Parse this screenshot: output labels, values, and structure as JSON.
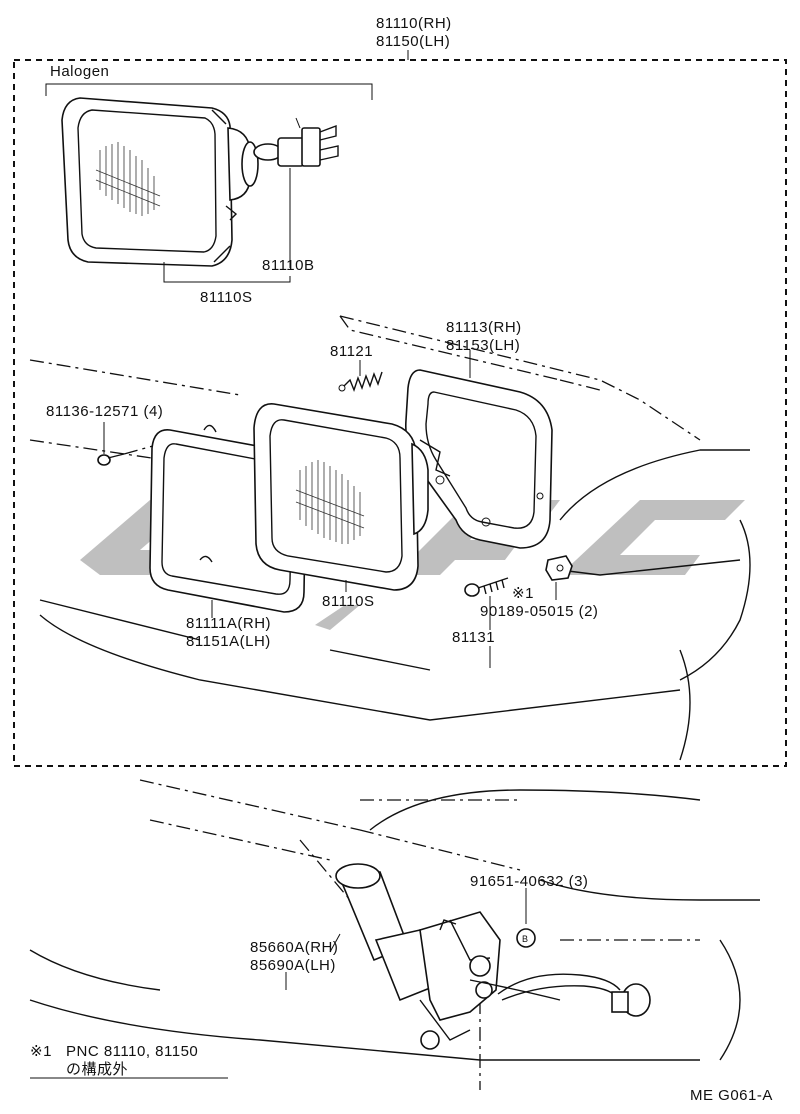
{
  "diagram": {
    "assembly_labels": [
      "81110(RH)",
      "81150(LH)"
    ],
    "group_label": "Halogen",
    "parts": [
      {
        "id": "p_81110B",
        "label": "81110B"
      },
      {
        "id": "p_81110S_top",
        "label": "81110S"
      },
      {
        "id": "p_81113",
        "label": "81113(RH)"
      },
      {
        "id": "p_81153",
        "label": "81153(LH)"
      },
      {
        "id": "p_81121",
        "label": "81121"
      },
      {
        "id": "p_81136",
        "label": "81136-12571 (4)"
      },
      {
        "id": "p_81110S_mid",
        "label": "81110S"
      },
      {
        "id": "p_81111A",
        "label": "81111A(RH)"
      },
      {
        "id": "p_81151A",
        "label": "81151A(LH)"
      },
      {
        "id": "p_note_mark",
        "label": "※1"
      },
      {
        "id": "p_90189",
        "label": "90189-05015 (2)"
      },
      {
        "id": "p_81131",
        "label": "81131"
      },
      {
        "id": "p_91651",
        "label": "91651-40632 (3)"
      },
      {
        "id": "p_85660A",
        "label": "85660A(RH)"
      },
      {
        "id": "p_85690A",
        "label": "85690A(LH)"
      }
    ],
    "circle_marker": "B",
    "footnote": {
      "mark": "※1",
      "line1": "PNC 81110, 81150",
      "line2": "の構成外"
    },
    "figure_code": "ME G061-A"
  },
  "colors": {
    "line": "#111111",
    "watermark": "#8a8a8a",
    "background": "#ffffff"
  }
}
